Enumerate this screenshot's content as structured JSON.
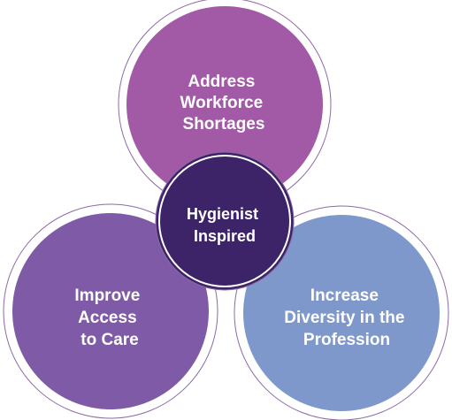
{
  "diagram": {
    "top_circle": {
      "lines": [
        "Address",
        "Workforce",
        "Shortages"
      ],
      "color": "#a25aa6"
    },
    "left_circle": {
      "lines": [
        "Improve",
        "Access",
        "to Care"
      ],
      "color": "#7e5aa7"
    },
    "right_circle": {
      "lines": [
        "Increase",
        "Diversity in the",
        "Profession"
      ],
      "color": "#7f98cb"
    },
    "center_circle": {
      "lines": [
        "Hygienist",
        "Inspired"
      ],
      "color": "#3d2468"
    },
    "outline_color": "#8e6aa6"
  }
}
